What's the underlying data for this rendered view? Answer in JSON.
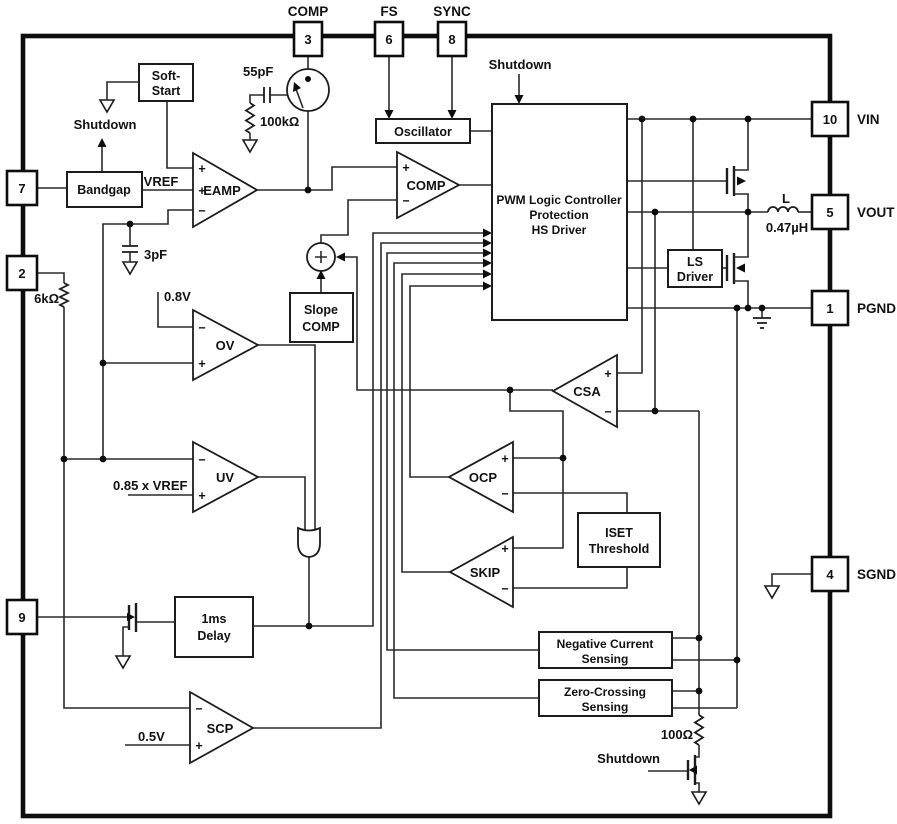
{
  "pins": {
    "top": [
      {
        "num": "3",
        "label": "COMP"
      },
      {
        "num": "6",
        "label": "FS"
      },
      {
        "num": "8",
        "label": "SYNC"
      }
    ],
    "left": [
      {
        "num": "7"
      },
      {
        "num": "2"
      },
      {
        "num": "9"
      }
    ],
    "right": [
      {
        "num": "10",
        "label": "VIN"
      },
      {
        "num": "5",
        "label": "VOUT"
      },
      {
        "num": "1",
        "label": "PGND"
      },
      {
        "num": "4",
        "label": "SGND"
      }
    ]
  },
  "blocks": {
    "soft_start": {
      "line1": "Soft-",
      "line2": "Start"
    },
    "bandgap": {
      "line1": "Bandgap"
    },
    "oscillator": {
      "line1": "Oscillator"
    },
    "pwm": {
      "line1": "PWM Logic Controller",
      "line2": "Protection",
      "line3": "HS Driver"
    },
    "ls_driver": {
      "line1": "LS",
      "line2": "Driver"
    },
    "slope_comp": {
      "line1": "Slope",
      "line2": "COMP"
    },
    "iset": {
      "line1": "ISET",
      "line2": "Threshold"
    },
    "delay_1ms": {
      "line1": "1ms",
      "line2": "Delay"
    },
    "neg_current": {
      "line1": "Negative Current",
      "line2": "Sensing"
    },
    "zero_cross": {
      "line1": "Zero-Crossing",
      "line2": "Sensing"
    }
  },
  "amps": {
    "eamp": "EAMP",
    "comp": "COMP",
    "ov": "OV",
    "uv": "UV",
    "csa": "CSA",
    "ocp": "OCP",
    "skip": "SKIP",
    "scp": "SCP"
  },
  "components": {
    "comp_cap": "55pF",
    "comp_res": "100kΩ",
    "fb_cap": "3pF",
    "fb_res": "6kΩ",
    "inductor_name": "L",
    "inductor_value": "0.47µH",
    "sense_res": "100Ω"
  },
  "nets": {
    "vref": "VREF",
    "shutdown_left": "Shutdown",
    "shutdown_top": "Shutdown",
    "shutdown_bottom": "Shutdown",
    "ov_ref": "0.8V",
    "uv_ref": "0.85 x VREF",
    "scp_ref": "0.5V"
  },
  "signs": {
    "plus": "+",
    "minus": "−"
  }
}
